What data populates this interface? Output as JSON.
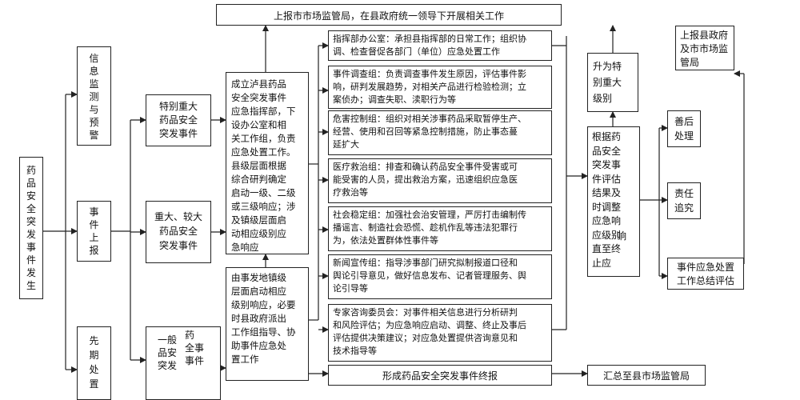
{
  "diagram": {
    "start": "药\n品\n安\n全\n突\n发\n事\n件\n发\n生",
    "col1": [
      "信\n息\n监\n测\n与\n预\n警",
      "事\n件\n上\n报",
      "先\n期\n处\n置"
    ],
    "col2": [
      "特别重大\n药品安全\n突发事件",
      "重大、较大\n药品安全\n突发事件",
      "一般\n品安\n突发"
    ],
    "col2_right": "药\n全事\n事件",
    "col3a": "成立泸县药品\n安全突发事件\n应急指挥部，下\n设办公室和相\n关工作组，负责\n应急处置工作。\n县级层面根据\n综合研判确定\n启动一级、二级\n或三级响应；涉\n及镇级层面启\n动相应级别应\n急响应",
    "col3b": "由事发地镇级\n层面启动相应\n级别响应，必要\n时县政府派出\n工作组指导、协\n助事件应急处\n置工作",
    "top": "上报市市场监管局，在县政府统一领导下开展相关工作",
    "groups": [
      "指挥部办公室：承担县指挥部的日常工作；组织协\n调、检查督促各部门（单位）应急处置工作",
      "事件调查组：负责调查事件发生原因，评估事件影\n响，研判发展趋势，对相关产品进行检验检测；立\n案侦办；调查失职、渎职行为等",
      "危害控制组：组织对相关涉事药品采取暂停生产、\n经营、使用和召回等紧急控制措施，防止事态蔓\n延扩大",
      "医疗救治组：排查和确认药品安全事件受害或可\n能受害的人员，提出救治方案，迅速组织应急医\n疗救治等",
      "社会稳定组：加强社会治安管理，严厉打击编制传\n播谣言、制造社会恐慌、趁机作乱等违法犯罪行\n为，依法处置群体性事件等",
      "新闻宣传组：指导涉事部门研究拟制报道口径和\n舆论引导意见，做好信息发布、记者管理服务、舆\n论引导等",
      "专家咨询委员会：对事件相关信息进行分析研判\n和风险评估；为应急响应启动、调整、终止及事后\n评估提供决策建议；对应急处置提供咨询意见和\n技术指导等"
    ],
    "final_report": "形成药品安全突发事件终报",
    "summary_to": "汇总至县市场监管局",
    "upgrade": "升为特\n别重大\n级别",
    "assess": "根据药\n品安全\n突发事\n件评估\n结果及\n时调整\n应急响\n应级别\n直至终\n止应",
    "assess_extra": "响",
    "report_up": "上报县政府\n及市市场监\n管局",
    "aftermath": "善后\n处理",
    "accountability": "责任\n追究",
    "summary_eval": "事件应急处置\n工作总结评估"
  }
}
